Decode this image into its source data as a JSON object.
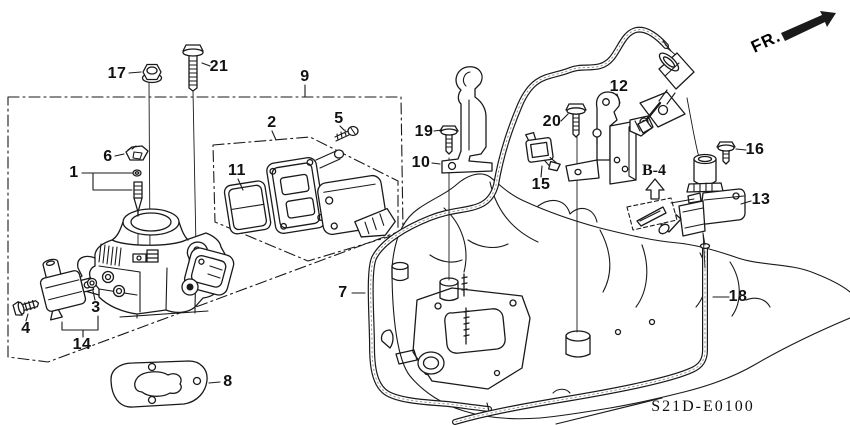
{
  "diagram": {
    "code": "S21D-E0100",
    "front_label": "FR.",
    "detail_ref": "B-4"
  },
  "callouts": [
    {
      "part": "1"
    },
    {
      "part": "2"
    },
    {
      "part": "3"
    },
    {
      "part": "4"
    },
    {
      "part": "5"
    },
    {
      "part": "6"
    },
    {
      "part": "7"
    },
    {
      "part": "8"
    },
    {
      "part": "9"
    },
    {
      "part": "10"
    },
    {
      "part": "11"
    },
    {
      "part": "12"
    },
    {
      "part": "13"
    },
    {
      "part": "14"
    },
    {
      "part": "15"
    },
    {
      "part": "16"
    },
    {
      "part": "17"
    },
    {
      "part": "18"
    },
    {
      "part": "19"
    },
    {
      "part": "20"
    },
    {
      "part": "21"
    }
  ]
}
